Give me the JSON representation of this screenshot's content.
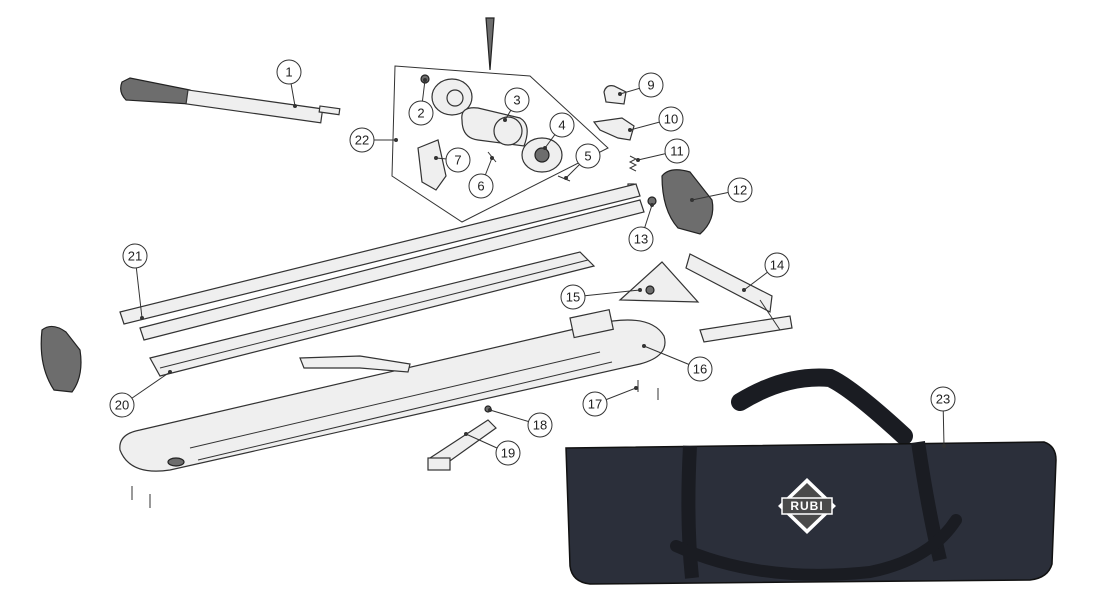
{
  "diagram": {
    "callouts": [
      {
        "id": "1",
        "label": "1"
      },
      {
        "id": "2",
        "label": "2"
      },
      {
        "id": "3",
        "label": "3"
      },
      {
        "id": "4",
        "label": "4"
      },
      {
        "id": "5",
        "label": "5"
      },
      {
        "id": "6",
        "label": "6"
      },
      {
        "id": "7",
        "label": "7"
      },
      {
        "id": "9",
        "label": "9"
      },
      {
        "id": "10",
        "label": "10"
      },
      {
        "id": "11",
        "label": "11"
      },
      {
        "id": "12",
        "label": "12"
      },
      {
        "id": "13",
        "label": "13"
      },
      {
        "id": "14",
        "label": "14"
      },
      {
        "id": "15",
        "label": "15"
      },
      {
        "id": "16",
        "label": "16"
      },
      {
        "id": "17",
        "label": "17"
      },
      {
        "id": "18",
        "label": "18"
      },
      {
        "id": "19",
        "label": "19"
      },
      {
        "id": "20",
        "label": "20"
      },
      {
        "id": "21",
        "label": "21"
      },
      {
        "id": "22",
        "label": "22"
      },
      {
        "id": "23",
        "label": "23"
      }
    ],
    "bag_logo": "RUBI",
    "colors": {
      "line": "#333333",
      "part_fill": "#efefef",
      "bag": "#2b2f3a",
      "bag_strap": "#1a1c22",
      "logo_fill": "#ffffff"
    }
  }
}
